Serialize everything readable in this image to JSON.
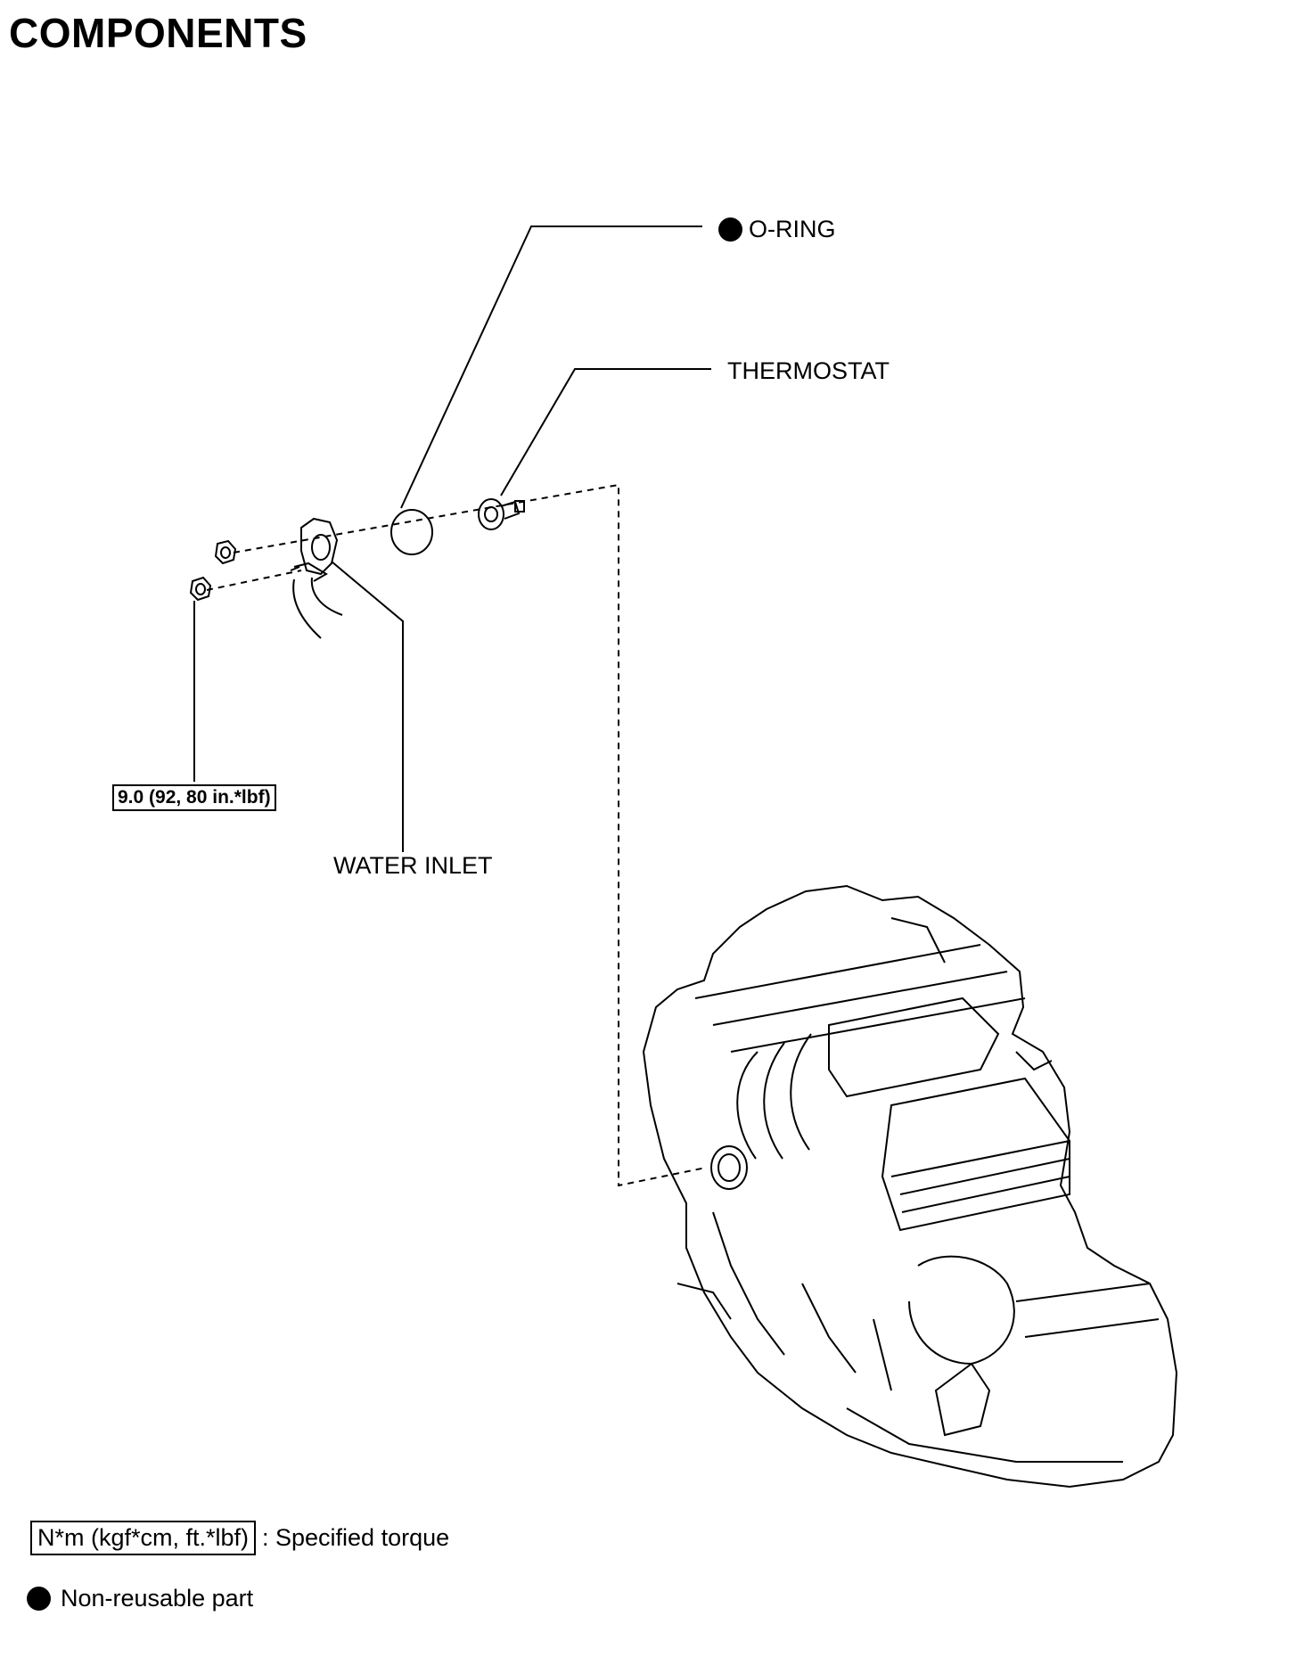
{
  "page_title": "COMPONENTS",
  "callouts": {
    "o_ring": "O-RING",
    "thermostat": "THERMOSTAT",
    "water_inlet": "WATER INLET",
    "torque_value": "9.0 (92, 80 in.*lbf)"
  },
  "legend": {
    "torque_box": "N*m (kgf*cm, ft.*lbf)",
    "torque_text": ": Specified torque",
    "nonreusable_text": "Non-reusable part"
  },
  "icons": {
    "non_reusable": "filled-circle-icon"
  },
  "colors": {
    "line": "#000000",
    "background": "#ffffff"
  }
}
